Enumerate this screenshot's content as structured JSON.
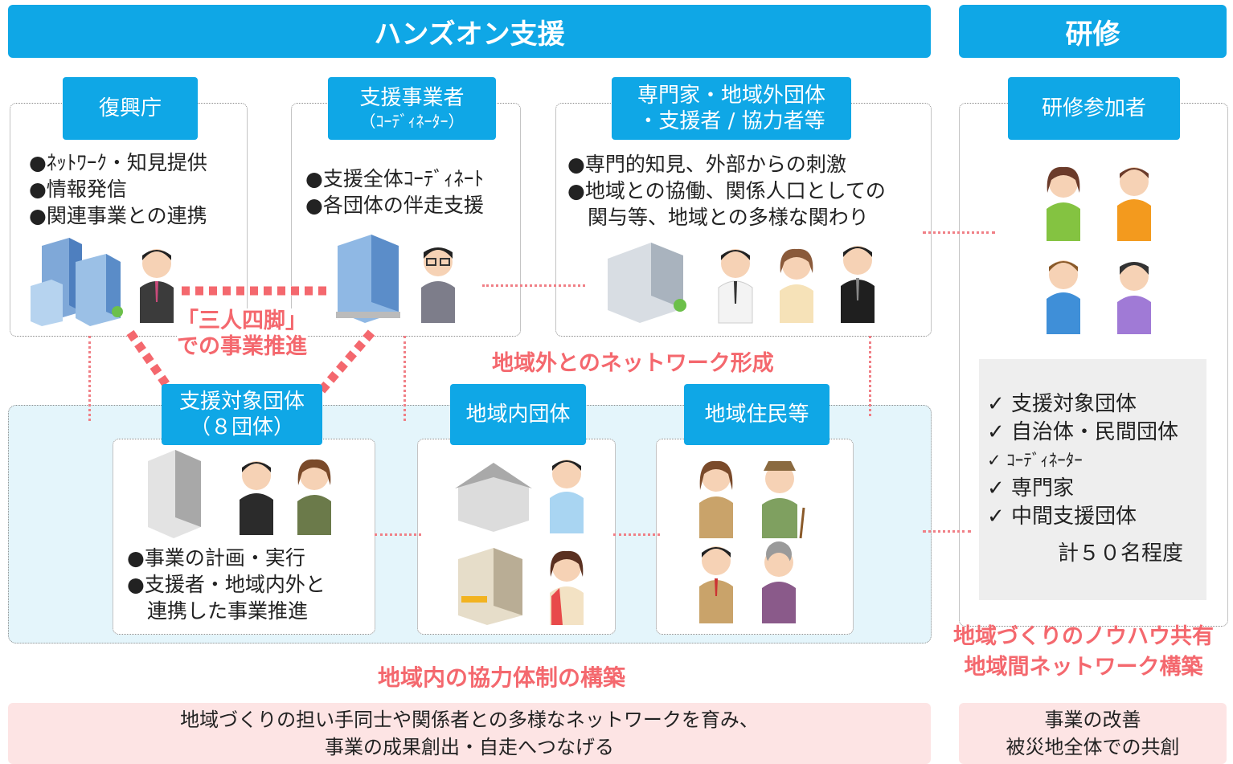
{
  "header": {
    "handson_title": "ハンズオン支援",
    "training_title": "研修"
  },
  "top_row": {
    "reconstruction": {
      "label": "復興庁",
      "bullets": [
        "●ﾈｯﾄﾜｰｸ・知見提供",
        "●情報発信",
        "●関連事業との連携"
      ]
    },
    "supporter": {
      "label": "支援事業者",
      "sublabel": "（ｺｰﾃﾞｨﾈｰﾀｰ）",
      "bullets": [
        "●支援全体ｺｰﾃﾞｨﾈｰﾄ",
        "●各団体の伴走支援"
      ]
    },
    "experts": {
      "label_line1": "専門家・地域外団体",
      "label_line2": "・支援者 / 協力者等",
      "bullets": [
        "●専門的知見、外部からの刺激",
        "●地域との協働、関係人口としての",
        "　関与等、地域との多様な関わり"
      ]
    }
  },
  "triangle_label": {
    "line1": "「三人四脚」",
    "line2": "での事業推進"
  },
  "network_outside_label": "地域外とのネットワーク形成",
  "bottom_row": {
    "target": {
      "label": "支援対象団体",
      "sublabel": "（８団体）",
      "bullets": [
        "●事業の計画・実行",
        "●支援者・地域内外と",
        "　連携した事業推進"
      ]
    },
    "local_orgs": {
      "label": "地域内団体"
    },
    "residents": {
      "label": "地域住民等"
    }
  },
  "inner_cooperation_label": "地域内の協力体制の構築",
  "training": {
    "participants_label": "研修参加者",
    "checklist": [
      "✓ 支援対象団体",
      "✓ 自治体・民間団体",
      "✓ ｺｰﾃﾞｨﾈｰﾀｰ",
      "✓ 専門家",
      "✓ 中間支援団体"
    ],
    "total": "計５０名程度",
    "knowhow_line1": "地域づくりのノウハウ共有",
    "knowhow_line2": "地域間ネットワーク構築"
  },
  "footer": {
    "left_line1": "地域づくりの担い手同士や関係者との多様なネットワークを育み、",
    "left_line2": "事業の成果創出・自走へつなげる",
    "right_line1": "事業の改善",
    "right_line2": "被災地全体での共創"
  },
  "colors": {
    "accent_blue": "#0fa7e6",
    "highlight_red": "#f4686e",
    "light_blue_panel": "#e4f5fb",
    "pink_footer": "#fde4e4",
    "gray_panel": "#eeeeee"
  }
}
